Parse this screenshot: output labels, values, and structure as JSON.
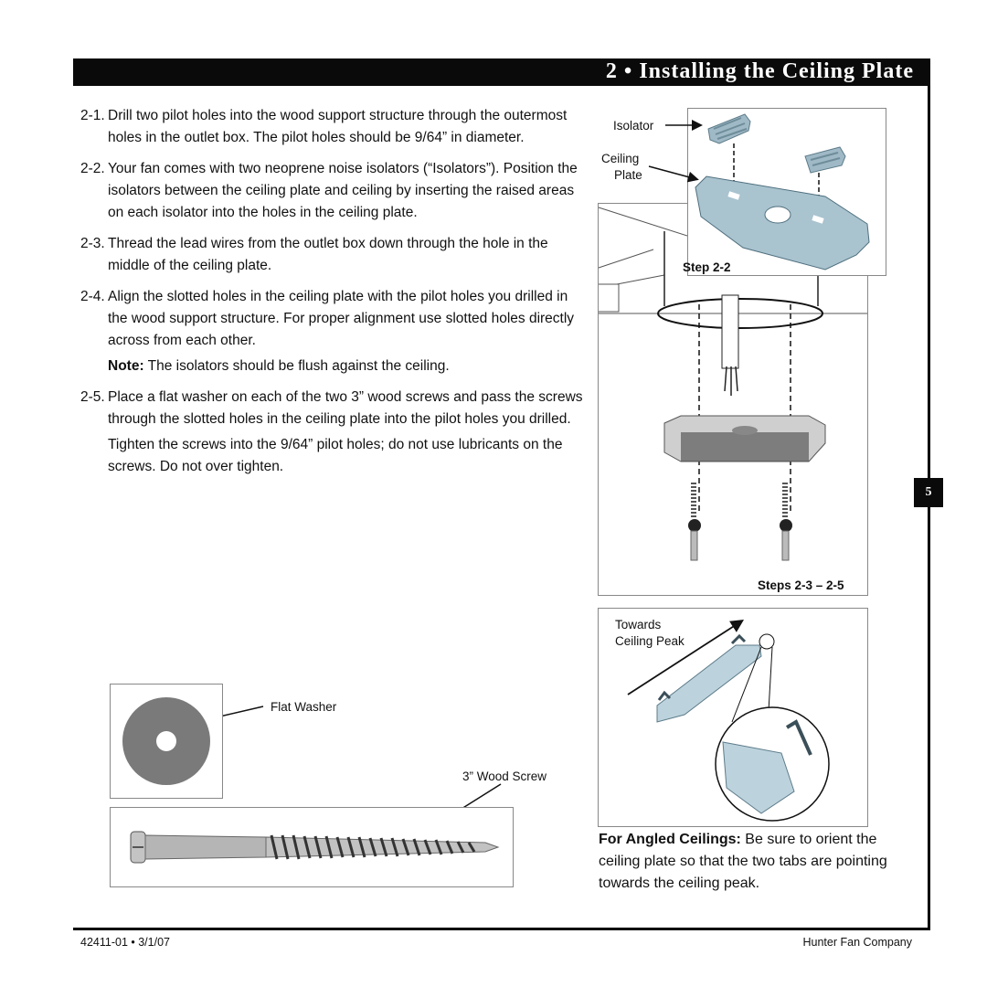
{
  "header": {
    "title": "2 • Installing the Ceiling Plate"
  },
  "page_number": "5",
  "steps": [
    {
      "num": "2-1.",
      "text": "Drill two pilot holes into the wood support structure through the outermost holes in the outlet box. The pilot holes should be 9/64” in diameter."
    },
    {
      "num": "2-2.",
      "text": "Your fan comes with two neoprene noise isolators (“Isolators”). Position the isolators between the ceiling plate and ceiling by inserting the raised areas on each isolator into the holes in the ceiling plate."
    },
    {
      "num": "2-3.",
      "text": "Thread the lead wires from the outlet box down through the hole in the middle of the ceiling plate."
    },
    {
      "num": "2-4.",
      "text": "Align the slotted holes in the ceiling plate with the pilot holes you drilled in the wood support structure. For proper alignment use slotted holes directly across from each other."
    },
    {
      "num": "2-5.",
      "text": "Place a flat washer on each of the two 3” wood screws and pass the screws through the slotted holes in the ceiling plate into the pilot holes you drilled."
    }
  ],
  "note": {
    "label": "Note:",
    "text": " The isolators should be flush against the ceiling."
  },
  "step_2_5_extra": "Tighten the screws into the 9/64” pilot holes; do not use lubricants on the screws. Do not over tighten.",
  "figures": {
    "isolator_label": "Isolator",
    "ceiling_plate_label_1": "Ceiling",
    "ceiling_plate_label_2": "Plate",
    "step_2_2_caption": "Step 2-2",
    "steps_2_3_caption": "Steps 2-3 – 2-5",
    "towards_1": "Towards",
    "towards_2": "Ceiling Peak",
    "flat_washer_label": "Flat Washer",
    "wood_screw_label": "3” Wood Screw"
  },
  "angled_ceilings": {
    "label": "For Angled Ceilings:",
    "text": " Be sure to orient the ceiling plate so that the two tabs are pointing towards the ceiling peak."
  },
  "footer": {
    "doc_id": "42411-01 • 3/1/07",
    "company": "Hunter Fan Company"
  },
  "colors": {
    "header_bg": "#0a0a0a",
    "plate_blue": "#9fb9c6",
    "washer_gray": "#7a7a7a",
    "screw_gray": "#b5b5b5"
  }
}
